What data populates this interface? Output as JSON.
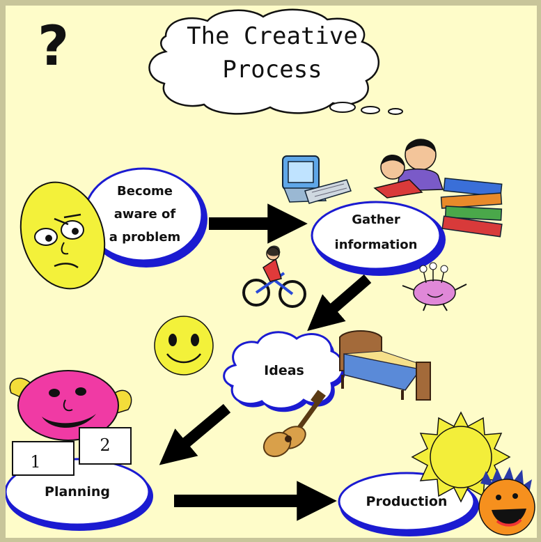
{
  "title": {
    "line1": "The Creative",
    "line2": "Process"
  },
  "steps": [
    {
      "id": "aware",
      "lines": [
        "Become",
        "aware of",
        "a problem"
      ]
    },
    {
      "id": "gather",
      "lines": [
        "Gather",
        "information"
      ]
    },
    {
      "id": "ideas",
      "lines": [
        "Ideas"
      ]
    },
    {
      "id": "planning",
      "lines": [
        "Planning"
      ]
    },
    {
      "id": "production",
      "lines": [
        "Production"
      ]
    }
  ],
  "clipart": {
    "question_mark": "?",
    "box_numbers": [
      "1",
      "2"
    ],
    "icons": [
      "confused-face-icon",
      "computer-icon",
      "reading-people-icon",
      "books-icon",
      "girl-bicycle-icon",
      "alien-icon",
      "smiley-face-icon",
      "bed-icon",
      "guitar-icon",
      "pink-face-icon",
      "sun-icon",
      "laughing-face-icon"
    ]
  },
  "colors": {
    "background": "#fefcc9",
    "frame": "#c8c59a",
    "ellipse_border": "#1b1bd1",
    "arrow": "#000000",
    "face_yellow": "#f3f13a",
    "face_pink": "#f03aa4",
    "face_orange": "#f6901e"
  }
}
